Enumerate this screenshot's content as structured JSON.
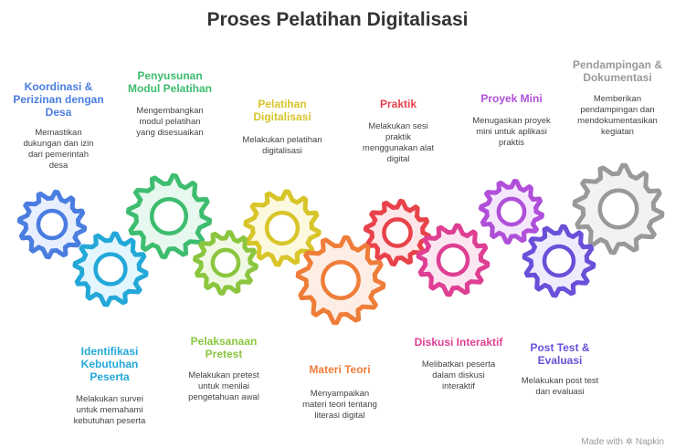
{
  "title": "Proses Pelatihan Digitalisasi",
  "footer": "Made with ✲ Napkin",
  "steps": [
    {
      "title": "Koordinasi &\nPerizinan dengan\nDesa",
      "desc": "Memastikan\ndukungan dan izin\ndari pemerintah\ndesa",
      "color": "#4a7de0",
      "fill": "#e8efff"
    },
    {
      "title": "Identifikasi\nKebutuhan\nPeserta",
      "desc": "Melakukan survei\nuntuk memahami\nkebutuhan peserta",
      "color": "#23a8d8",
      "fill": "#e3f6fd"
    },
    {
      "title": "Penyusunan\nModul Pelatihan",
      "desc": "Mengembangkan\nmodul pelatihan\nyang disesuaikan",
      "color": "#3dbd6f",
      "fill": "#e7f8ee"
    },
    {
      "title": "Pelaksanaan\nPretest",
      "desc": "Melakukan pretest\nuntuk menilai\npengetahuan awal",
      "color": "#8cc63f",
      "fill": "#f1f9e6"
    },
    {
      "title": "Pelatihan\nDigitalisasi",
      "desc": "Melakukan pelatihan\ndigitalisasi",
      "color": "#d8c52a",
      "fill": "#fcf9df"
    },
    {
      "title": "Materi Teori",
      "desc": "Menyampaikan\nmateri teori tentang\nliterasi digital",
      "color": "#ef7d3a",
      "fill": "#fdeee5"
    },
    {
      "title": "Praktik",
      "desc": "Melakukan sesi\npraktik\nmenggunakan alat\ndigital",
      "color": "#e9424a",
      "fill": "#fde7e8"
    },
    {
      "title": "Diskusi Interaktif",
      "desc": "Melibatkan peserta\ndalam diskusi\ninteraktif",
      "color": "#de3f93",
      "fill": "#fce6f2"
    },
    {
      "title": "Proyek Mini",
      "desc": "Menugaskan proyek\nmini untuk aplikasi\npraktis",
      "color": "#b04fd9",
      "fill": "#f5e8fc"
    },
    {
      "title": "Post Test &\nEvaluasi",
      "desc": "Melakukan post test\ndan evaluasi",
      "color": "#6a4fd8",
      "fill": "#eeebfd"
    },
    {
      "title": "Pendampingan &\nDokumentasi",
      "desc": "Memberikan\npendampingan dan\nmendokumentasikan\nkegiatan",
      "color": "#999999",
      "fill": "#f2f2f2"
    }
  ]
}
